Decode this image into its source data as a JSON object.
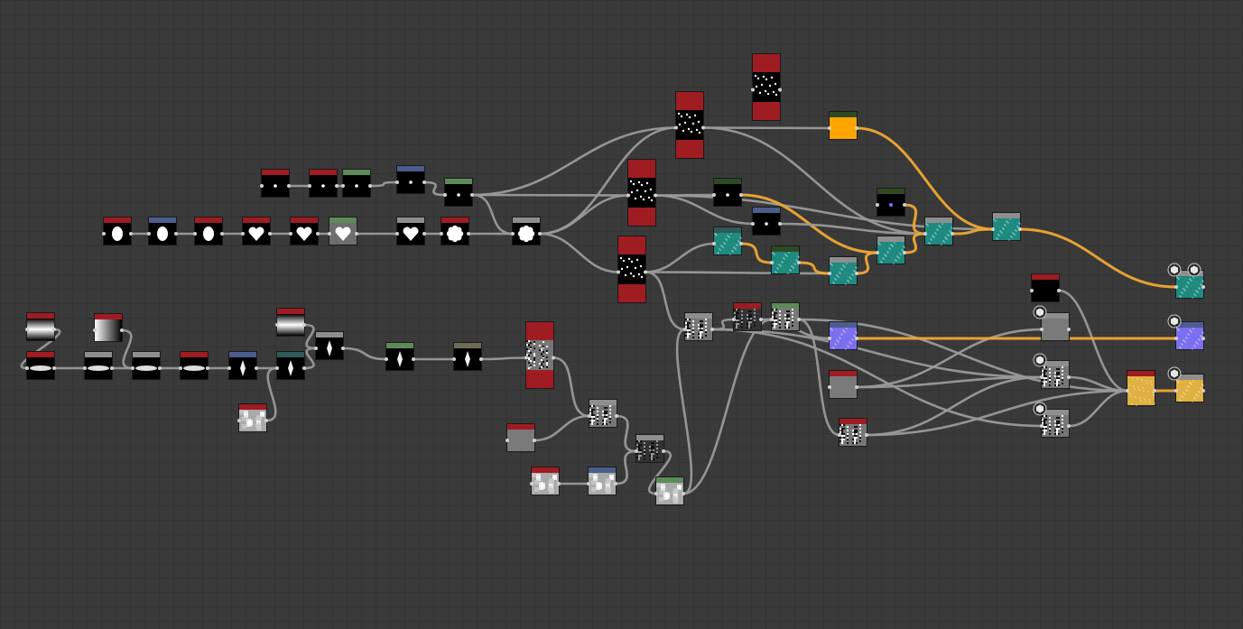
{
  "app": {
    "view": "node-graph-editor"
  },
  "colors": {
    "background": "#3a3a3a",
    "wire": "#9a9a9a",
    "wire_color": "#f0a830",
    "hdr_red": "#9e1c22",
    "hdr_blue": "#4a5d8c",
    "hdr_green": "#5e8a5a",
    "hdr_gray": "#8e8e8e",
    "hdr_teal": "#2e5a58",
    "hdr_olive": "#6d6c55",
    "hdr_darkgreen": "#2f4a22"
  },
  "nodes": [
    {
      "id": "n1",
      "hdr": "hdr_red",
      "thumb": "dot"
    },
    {
      "id": "n2",
      "hdr": "hdr_red",
      "thumb": "dot"
    },
    {
      "id": "n3",
      "hdr": "hdr_green",
      "thumb": "dot"
    },
    {
      "id": "n4",
      "hdr": "hdr_blue",
      "thumb": "dot"
    },
    {
      "id": "n5",
      "hdr": "hdr_green",
      "thumb": "dot"
    },
    {
      "id": "n6",
      "hdr": "hdr_red",
      "thumb": "blob"
    },
    {
      "id": "n7",
      "hdr": "hdr_blue",
      "thumb": "blob"
    },
    {
      "id": "n8",
      "hdr": "hdr_red",
      "thumb": "blob"
    },
    {
      "id": "n9",
      "hdr": "hdr_red",
      "thumb": "heart"
    },
    {
      "id": "n10",
      "hdr": "hdr_red",
      "thumb": "heart"
    },
    {
      "id": "n11",
      "hdr": "hdr_green",
      "thumb": "heart-gray"
    },
    {
      "id": "n12",
      "hdr": "hdr_gray",
      "thumb": "heart"
    },
    {
      "id": "n13",
      "hdr": "hdr_red",
      "thumb": "flower"
    },
    {
      "id": "n14",
      "hdr": "hdr_gray",
      "thumb": "flower"
    },
    {
      "id": "n15",
      "hdr": "hdr_red",
      "thumb": "grad-v"
    },
    {
      "id": "n16",
      "hdr": "hdr_red",
      "thumb": "grad-h"
    },
    {
      "id": "n17",
      "hdr": "hdr_red",
      "thumb": "lens"
    },
    {
      "id": "n18",
      "hdr": "hdr_gray",
      "thumb": "lens"
    },
    {
      "id": "n19",
      "hdr": "hdr_gray",
      "thumb": "lens"
    },
    {
      "id": "n20",
      "hdr": "hdr_red",
      "thumb": "lens"
    },
    {
      "id": "n21",
      "hdr": "hdr_blue",
      "thumb": "diamond"
    },
    {
      "id": "n22",
      "hdr": "hdr_teal",
      "thumb": "diamond"
    },
    {
      "id": "n23",
      "hdr": "hdr_red",
      "thumb": "grad-v"
    },
    {
      "id": "n24",
      "hdr": "hdr_gray",
      "thumb": "diamond"
    },
    {
      "id": "n25",
      "hdr": "hdr_red",
      "thumb": "cloud"
    },
    {
      "id": "n26",
      "hdr": "hdr_green",
      "thumb": "diamond"
    },
    {
      "id": "n27",
      "hdr": "hdr_olive",
      "thumb": "diamond"
    },
    {
      "id": "n28",
      "hdr": "hdr_red",
      "thumb": "noise"
    },
    {
      "id": "n29",
      "hdr": "hdr_gray",
      "thumb": "noise-soft"
    },
    {
      "id": "n30",
      "hdr": "hdr_red",
      "thumb": "gray"
    },
    {
      "id": "n31",
      "hdr": "hdr_red",
      "thumb": "cloud"
    },
    {
      "id": "n32",
      "hdr": "hdr_blue",
      "thumb": "cloud"
    },
    {
      "id": "n33",
      "hdr": "hdr_gray",
      "thumb": "noise-dark"
    },
    {
      "id": "n34",
      "hdr": "hdr_green",
      "thumb": "cloud"
    },
    {
      "id": "n35",
      "hdr": "hdr_red",
      "thumb": "stars"
    },
    {
      "id": "n36",
      "hdr": "hdr_red",
      "thumb": "stars"
    },
    {
      "id": "n37",
      "hdr": "hdr_red",
      "thumb": "stars"
    },
    {
      "id": "n38",
      "hdr": "hdr_red",
      "thumb": "stars"
    },
    {
      "id": "n39",
      "hdr": "hdr_darkgreen",
      "thumb": "orange"
    },
    {
      "id": "n40",
      "hdr": "hdr_darkgreen",
      "thumb": "dot"
    },
    {
      "id": "n41",
      "hdr": "hdr_blue",
      "thumb": "dot"
    },
    {
      "id": "n42",
      "hdr": "hdr_darkgreen",
      "thumb": "purple-dot"
    },
    {
      "id": "n43",
      "hdr": "hdr_teal",
      "thumb": "teal"
    },
    {
      "id": "n44",
      "hdr": "hdr_darkgreen",
      "thumb": "teal"
    },
    {
      "id": "n45",
      "hdr": "hdr_gray",
      "thumb": "teal"
    },
    {
      "id": "n46",
      "hdr": "hdr_gray",
      "thumb": "teal"
    },
    {
      "id": "n47",
      "hdr": "hdr_gray",
      "thumb": "teal"
    },
    {
      "id": "n48",
      "hdr": "hdr_gray",
      "thumb": "teal"
    },
    {
      "id": "n49",
      "hdr": "hdr_gray",
      "thumb": "noise-soft"
    },
    {
      "id": "n50",
      "hdr": "hdr_red",
      "thumb": "noise-dark"
    },
    {
      "id": "n51",
      "hdr": "hdr_green",
      "thumb": "noise-soft"
    },
    {
      "id": "n52",
      "hdr": "hdr_blue",
      "thumb": "violet"
    },
    {
      "id": "n53",
      "hdr": "hdr_red",
      "thumb": "gray"
    },
    {
      "id": "n54",
      "hdr": "hdr_red",
      "thumb": "noise"
    },
    {
      "id": "n55",
      "hdr": "hdr_red",
      "thumb": "black"
    },
    {
      "id": "n56",
      "hdr": "hdr_gray",
      "thumb": "gray"
    },
    {
      "id": "n57",
      "hdr": "hdr_gray",
      "thumb": "noise"
    },
    {
      "id": "n58",
      "hdr": "hdr_gray",
      "thumb": "noise-soft"
    },
    {
      "id": "n59",
      "hdr": "hdr_red",
      "thumb": "yellow"
    },
    {
      "id": "n60",
      "hdr": "hdr_gray",
      "thumb": "teal"
    },
    {
      "id": "n61",
      "hdr": "hdr_blue",
      "thumb": "violet"
    },
    {
      "id": "n62",
      "hdr": "hdr_gray",
      "thumb": "yellow"
    }
  ],
  "wires": [
    [
      "n1",
      "n2"
    ],
    [
      "n2",
      "n3"
    ],
    [
      "n3",
      "n4"
    ],
    [
      "n4",
      "n5"
    ],
    [
      "n6",
      "n7"
    ],
    [
      "n7",
      "n8"
    ],
    [
      "n8",
      "n9"
    ],
    [
      "n9",
      "n10"
    ],
    [
      "n10",
      "n11"
    ],
    [
      "n11",
      "n12"
    ],
    [
      "n12",
      "n13"
    ],
    [
      "n13",
      "n14"
    ],
    [
      "n5",
      "n14"
    ],
    [
      "n5",
      "n36"
    ],
    [
      "n5",
      "n37"
    ],
    [
      "n14",
      "n36"
    ],
    [
      "n14",
      "n37"
    ],
    [
      "n14",
      "n35"
    ],
    [
      "n15",
      "n17"
    ],
    [
      "n16",
      "n19"
    ],
    [
      "n17",
      "n18"
    ],
    [
      "n18",
      "n19"
    ],
    [
      "n19",
      "n20"
    ],
    [
      "n20",
      "n21"
    ],
    [
      "n21",
      "n22"
    ],
    [
      "n23",
      "n24"
    ],
    [
      "n25",
      "n22"
    ],
    [
      "n22",
      "n24"
    ],
    [
      "n24",
      "n26"
    ],
    [
      "n26",
      "n27"
    ],
    [
      "n27",
      "n28"
    ],
    [
      "n28",
      "n29"
    ],
    [
      "n30",
      "n29"
    ],
    [
      "n29",
      "n33"
    ],
    [
      "n31",
      "n32"
    ],
    [
      "n32",
      "n33"
    ],
    [
      "n33",
      "n34"
    ],
    [
      "n35",
      "n49"
    ],
    [
      "n34",
      "n49"
    ],
    [
      "n34",
      "n51"
    ],
    [
      "n49",
      "n50"
    ],
    [
      "n50",
      "n51"
    ],
    [
      "n37",
      "n39"
    ],
    [
      "n36",
      "n48"
    ],
    [
      "n36",
      "n41"
    ],
    [
      "n36",
      "n40"
    ],
    [
      "n37",
      "n47"
    ],
    [
      "n35",
      "n43"
    ],
    [
      "n35",
      "n45"
    ],
    [
      "n43",
      "n44"
    ],
    [
      "n44",
      "n45"
    ],
    [
      "n45",
      "n46"
    ],
    [
      "n40",
      "n46"
    ],
    [
      "n42",
      "n47"
    ],
    [
      "n41",
      "n47"
    ],
    [
      "n46",
      "n47"
    ],
    [
      "n47",
      "n48"
    ],
    [
      "n39",
      "n48"
    ],
    [
      "n48",
      "n60"
    ],
    [
      "n51",
      "n54"
    ],
    [
      "n50",
      "n52"
    ],
    [
      "n49",
      "n57"
    ],
    [
      "n49",
      "n58"
    ],
    [
      "n51",
      "n59"
    ],
    [
      "n53",
      "n57"
    ],
    [
      "n53",
      "n56"
    ],
    [
      "n54",
      "n57"
    ],
    [
      "n54",
      "n59"
    ],
    [
      "n55",
      "n59"
    ],
    [
      "n52",
      "n61"
    ],
    [
      "n59",
      "n62"
    ],
    [
      "n58",
      "n59"
    ],
    [
      "n57",
      "n59"
    ]
  ],
  "color_wires": [
    [
      "n39",
      "n48"
    ],
    [
      "n40",
      "n46"
    ],
    [
      "n42",
      "n47"
    ],
    [
      "n43",
      "n44"
    ],
    [
      "n44",
      "n45"
    ],
    [
      "n45",
      "n46"
    ],
    [
      "n46",
      "n47"
    ],
    [
      "n47",
      "n48"
    ],
    [
      "n48",
      "n60"
    ],
    [
      "n52",
      "n61"
    ],
    [
      "n59",
      "n62"
    ]
  ],
  "output_icons": [
    "n60",
    "n61",
    "n62",
    "n56",
    "n57",
    "n58"
  ]
}
